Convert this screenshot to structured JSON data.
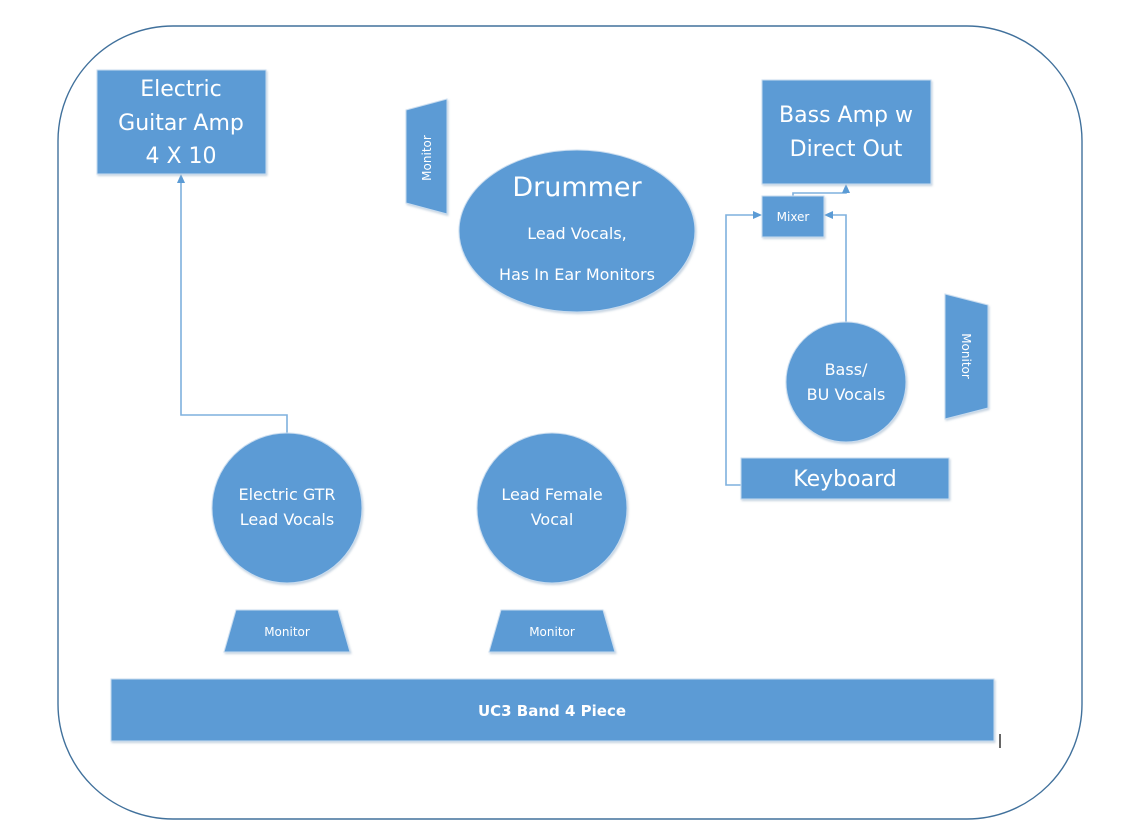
{
  "diagram": {
    "title": "UC3 Band 4 Piece",
    "accent_color": "#5B9BD5",
    "nodes": {
      "guitar_amp": {
        "lines": [
          "Electric",
          "Guitar Amp",
          "4 X 10"
        ]
      },
      "bass_amp": {
        "lines": [
          "Bass Amp w",
          "Direct Out"
        ]
      },
      "mixer": {
        "label": "Mixer"
      },
      "drummer": {
        "title": "Drummer",
        "lines": [
          "Lead Vocals,",
          "Has In Ear Monitors"
        ]
      },
      "bass_player": {
        "lines": [
          "Bass/",
          "BU Vocals"
        ]
      },
      "keyboard": {
        "label": "Keyboard"
      },
      "guitarist": {
        "lines": [
          "Electric GTR",
          "Lead Vocals"
        ]
      },
      "lead_female": {
        "lines": [
          "Lead Female",
          "Vocal"
        ]
      },
      "monitor_drum": {
        "label": "Monitor"
      },
      "monitor_bass": {
        "label": "Monitor"
      },
      "monitor_guitar": {
        "label": "Monitor"
      },
      "monitor_female": {
        "label": "Monitor"
      },
      "stage_front": {
        "label": "UC3 Band 4 Piece"
      }
    },
    "connections": [
      {
        "from": "Electric GTR Lead Vocals",
        "to": "Electric Guitar Amp 4 X 10"
      },
      {
        "from": "Mixer",
        "to": "Bass Amp w Direct Out"
      },
      {
        "from": "Keyboard",
        "to": "Mixer"
      },
      {
        "from": "Bass/ BU Vocals",
        "to": "Mixer"
      }
    ]
  }
}
